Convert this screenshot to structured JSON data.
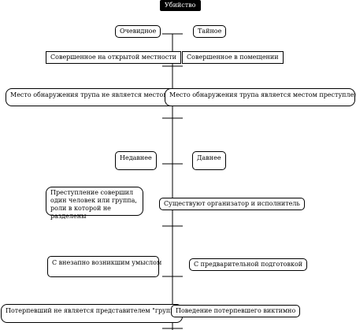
{
  "title": "Убийство",
  "nodes": {
    "obvious": "Очевидное",
    "secret": "Тайное",
    "open_area": "Совершенное на открытой местности",
    "indoors": "Совершенное в помещении",
    "not_crime_scene": "Место обнаружения  трупа не является местом преступления",
    "crime_scene": "Место обнаружения трупа  является местом преступления",
    "recent": "Недавнее",
    "old": "Давнее",
    "single_or_group": "Преступление совершил\nодин человек или группа,\nроли в которой не разделены",
    "organizer_executor": "Существуют организатор и исполнитель",
    "sudden_intent": "С внезапно возникшим умыслом",
    "premeditated": "С предварительной подготовкой",
    "victim_not_group": "Потерпевший не является представителем \"группы риска\"",
    "victim_behavior": "Поведение потерпевшего виктимно"
  }
}
